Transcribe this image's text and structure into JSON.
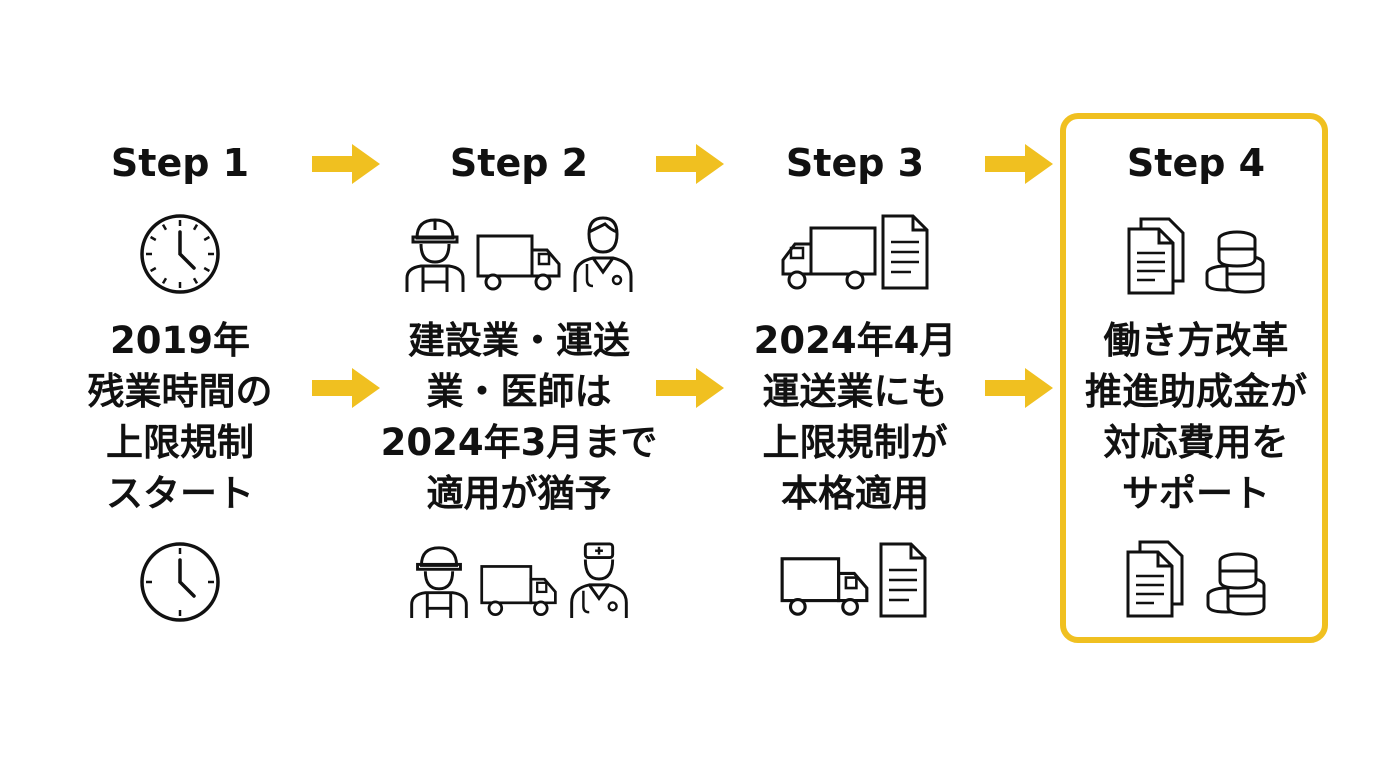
{
  "accent_color": "#f0c020",
  "steps": [
    {
      "title": "Step 1",
      "lines": [
        "2019年",
        "残業時間の",
        "上限規制",
        "スタート"
      ],
      "top_icons": [
        "clock-icon"
      ],
      "bottom_icons": [
        "clock-icon"
      ],
      "highlighted": false
    },
    {
      "title": "Step 2",
      "lines": [
        "建設業・運送",
        "業・医師は",
        "2024年3月まで",
        "適用が猶予"
      ],
      "top_icons": [
        "construction-worker-icon",
        "truck-icon",
        "doctor-icon"
      ],
      "bottom_icons": [
        "construction-worker-icon",
        "truck-icon",
        "nurse-icon"
      ],
      "highlighted": false
    },
    {
      "title": "Step 3",
      "lines": [
        "2024年4月",
        "運送業にも",
        "上限規制が",
        "本格適用"
      ],
      "top_icons": [
        "truck-icon",
        "document-icon"
      ],
      "bottom_icons": [
        "truck-icon",
        "document-icon"
      ],
      "highlighted": false
    },
    {
      "title": "Step 4",
      "lines": [
        "働き方改革",
        "推進助成金が",
        "対応費用を",
        "サポート"
      ],
      "top_icons": [
        "documents-icon",
        "coins-icon"
      ],
      "bottom_icons": [
        "documents-icon",
        "coins-icon"
      ],
      "highlighted": true
    }
  ]
}
